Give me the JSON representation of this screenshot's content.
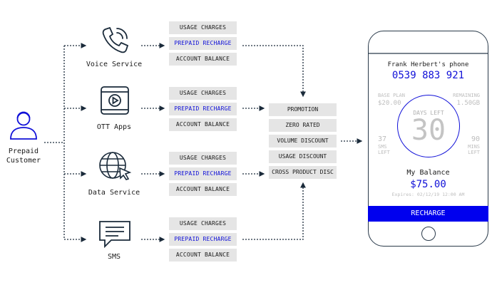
{
  "customer": {
    "label_line1": "Prepaid",
    "label_line2": "Customer",
    "icon": "person-headset-icon"
  },
  "services": [
    {
      "name": "Voice Service",
      "icon": "phone-icon",
      "charges": [
        "USAGE CHARGES",
        "PREPAID RECHARGE",
        "ACCOUNT BALANCE"
      ]
    },
    {
      "name": "OTT Apps",
      "icon": "play-icon",
      "charges": [
        "USAGE CHARGES",
        "PREPAID RECHARGE",
        "ACCOUNT BALANCE"
      ]
    },
    {
      "name": "Data Service",
      "icon": "globe-cursor-icon",
      "charges": [
        "USAGE CHARGES",
        "PREPAID RECHARGE",
        "ACCOUNT BALANCE"
      ]
    },
    {
      "name": "SMS",
      "icon": "message-icon",
      "charges": [
        "USAGE CHARGES",
        "PREPAID RECHARGE",
        "ACCOUNT BALANCE"
      ]
    }
  ],
  "discounts": [
    "PROMOTION",
    "ZERO RATED",
    "VOLUME DISCOUNT",
    "USAGE DISCOUNT",
    "CROSS PRODUCT DISC"
  ],
  "phone": {
    "owner": "Frank Herbert's phone",
    "number": "0539 883 921",
    "base_plan_label": "BASE PLAN",
    "base_plan_value": "$20.00",
    "remaining_label": "REMAINING",
    "remaining_value": "1.50GB",
    "days_left_label": "DAYS LEFT",
    "days_left_value": "30",
    "sms_value": "37",
    "sms_label1": "SMS",
    "sms_label2": "LEFT",
    "mins_value": "90",
    "mins_label1": "MINS",
    "mins_label2": "LEFT",
    "balance_label": "My Balance",
    "balance_value": "$75.00",
    "expires": "Expires: 02/12/19 12:00 AM",
    "recharge_button": "RECHARGE"
  },
  "colors": {
    "accent": "#0000ee",
    "highlight_text": "#1010d8",
    "box_bg": "#e5e5e5",
    "line": "#1a2a3a"
  }
}
